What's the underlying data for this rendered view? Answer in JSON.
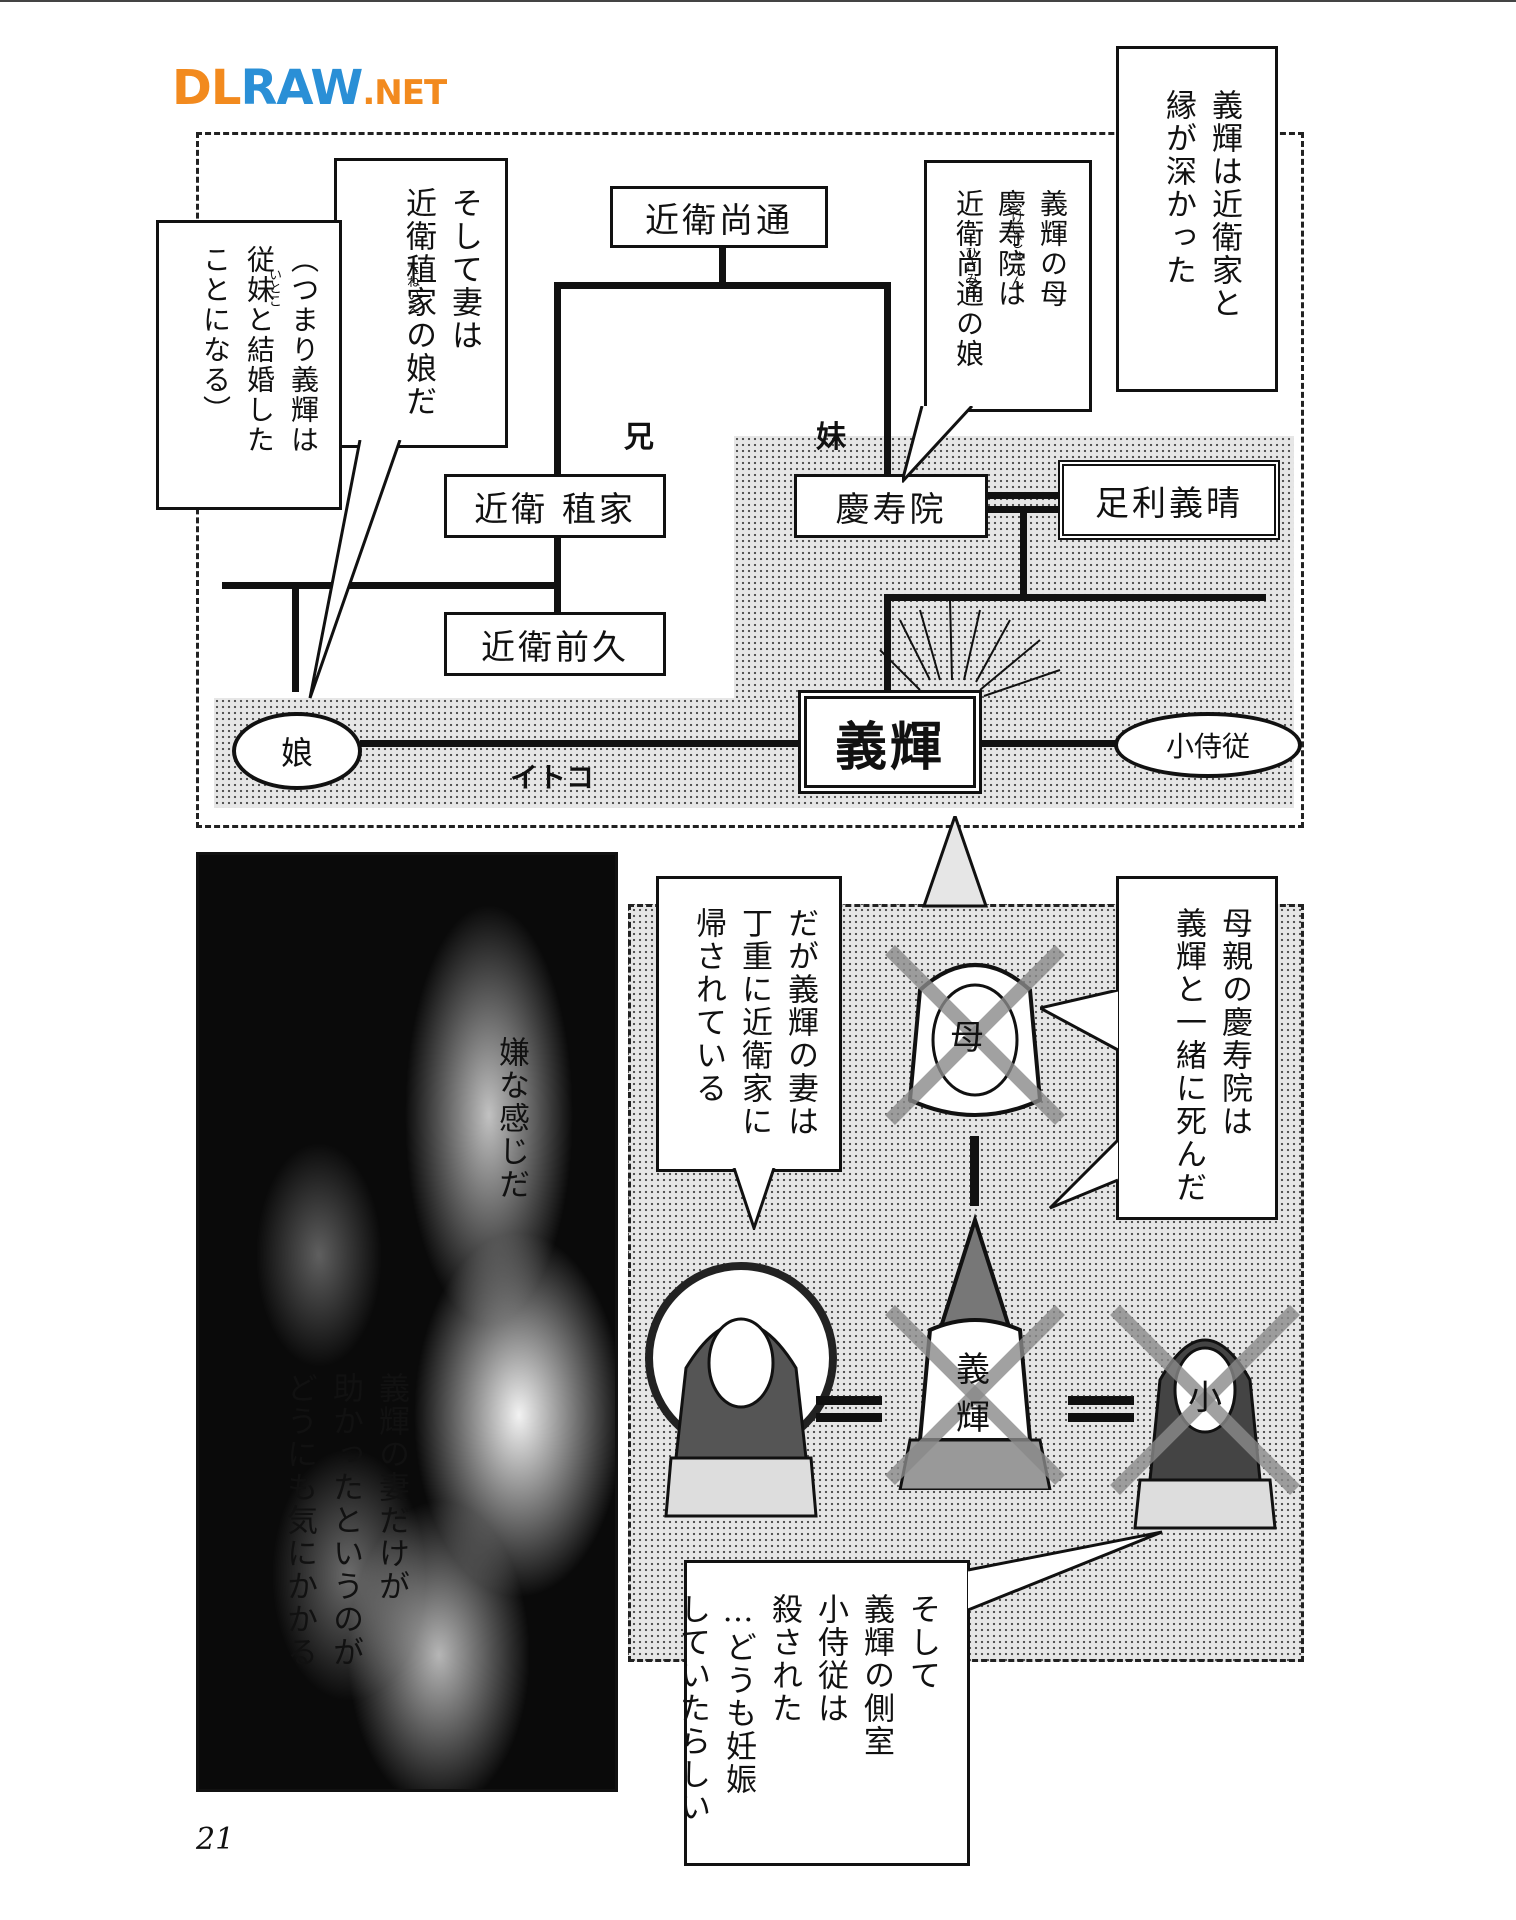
{
  "watermark": {
    "dl": "DL",
    "raw": "RAW",
    "net": ".NET"
  },
  "tree": {
    "konoe_hisamichi": "近衛尚通",
    "konoe_taneie": "近衛 稙家",
    "konoe_sakihisa": "近衛前久",
    "keijuin": "慶寿院",
    "ashikaga_yoshiharu": "足利義晴",
    "yoshiteru": "義輝",
    "musume": "娘",
    "kojiju": "小侍従",
    "label_ani": "兄",
    "label_imouto": "妹",
    "label_itoko": "イトコ"
  },
  "bubbles": {
    "top_right": "義輝は近衛家と\n縁が深かった",
    "mother": "義輝の母\n慶寿院は\n近衛尚通の娘",
    "mother_ruby1": "けいじゅいん",
    "mother_ruby2": "ひさみち",
    "wife": "そして妻は\n近衛稙家の娘だ",
    "wife_ruby": "たねいえ",
    "cousin": "（つまり義輝は\n従妹と結婚した\nことになる）",
    "cousin_ruby": "いとこ",
    "sent_home": "だが義輝の妻は\n丁重に近衛家に\n帰されている",
    "died_together": "母親の慶寿院は\n義輝と一緒に死んだ",
    "concubine": "そして\n義輝の側室\n小侍従は\n殺された\n…どうも妊娠\nしていたらしい",
    "bad_feeling": "嫌な感じだ",
    "suspicious": "義輝の妻だけが\n助かったというのが\nどうにも気にかかる"
  },
  "figures": {
    "mother_mark": "母",
    "yoshiteru_mark1": "義",
    "yoshiteru_mark2": "輝",
    "kojiju_mark": "小"
  },
  "page_number": "21"
}
